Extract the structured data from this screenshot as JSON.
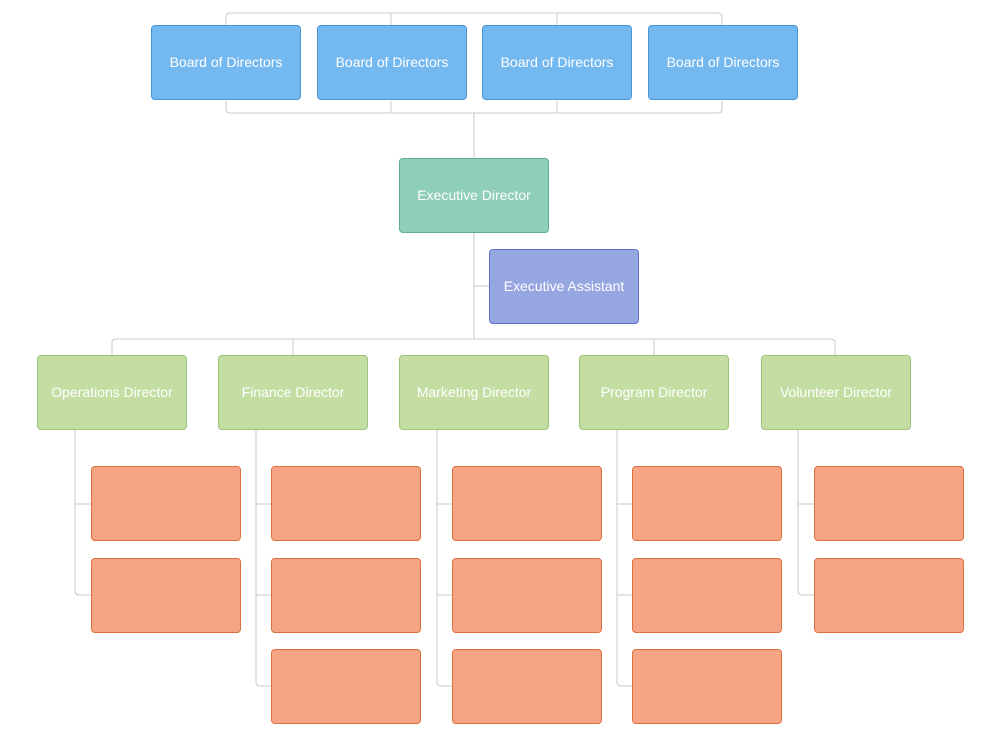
{
  "board": [
    "Board of Directors",
    "Board of Directors",
    "Board of Directors",
    "Board of Directors"
  ],
  "executive": "Executive Director",
  "assistant": "Executive Assistant",
  "directors": [
    "Operations Director",
    "Finance Director",
    "Marketing Director",
    "Program Director",
    "Volunteer Director"
  ],
  "staff_counts": [
    2,
    3,
    3,
    3,
    2
  ],
  "colors": {
    "board": "#74b8f0",
    "executive": "#8fcfb7",
    "assistant": "#96a6e0",
    "director": "#c3dda3",
    "staff": "#f5a583",
    "connector": "#c8c8c8"
  }
}
